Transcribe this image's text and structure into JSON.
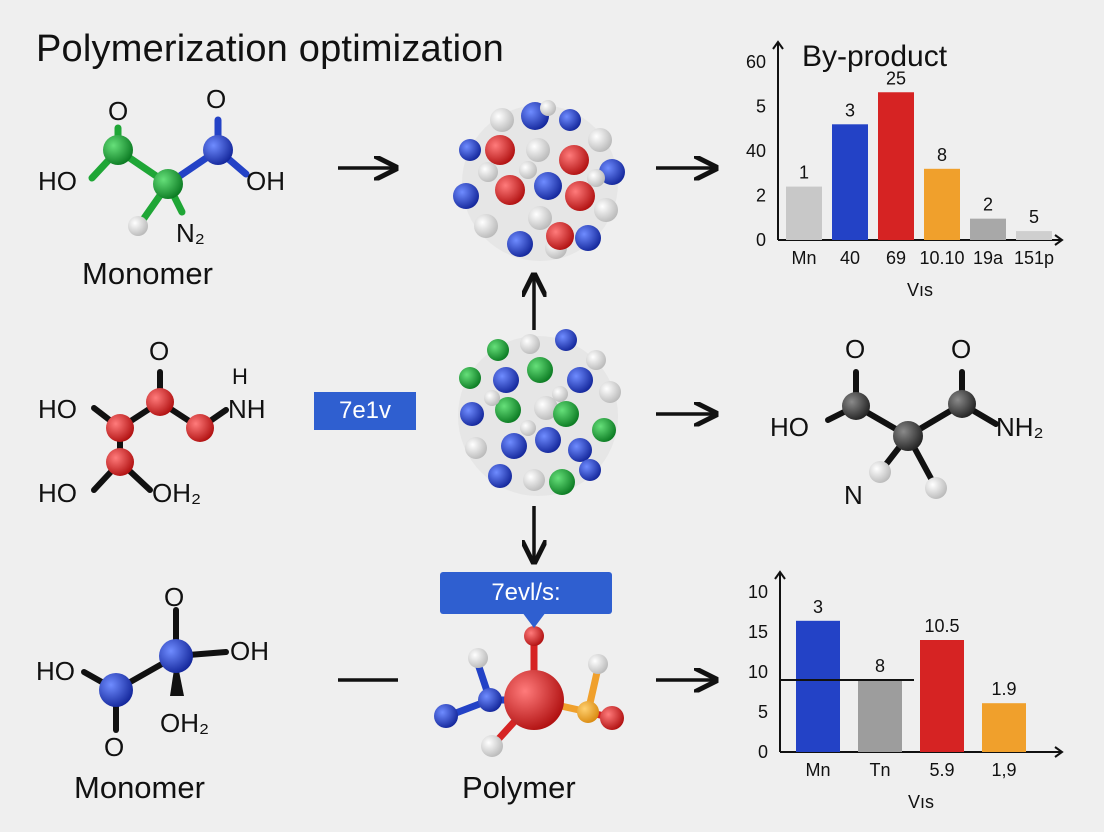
{
  "title": "Polymerization optimization",
  "labels": {
    "monomer_top": "Monomer",
    "monomer_bottom": "Monomer",
    "polymer": "Polymer"
  },
  "tags": {
    "middle": "7e1v",
    "bottom": "7evl/s:"
  },
  "molecule_top_left": {
    "o_left": "O",
    "o_right": "O",
    "ho": "HO",
    "oh": "OH",
    "n2": "N₂"
  },
  "molecule_mid_left": {
    "o_top": "O",
    "h_top": "H",
    "ho_top": "HO",
    "nh": "NH",
    "ho_bottom": "HO",
    "oh2": "OH₂"
  },
  "molecule_bottom_left": {
    "o_top": "O",
    "ho": "HO",
    "oh": "OH",
    "o_bottom": "O",
    "oh2": "OH₂"
  },
  "molecule_mid_right": {
    "o_left": "O",
    "o_right": "O",
    "ho": "HO",
    "nh2": "NH₂",
    "n": "N"
  },
  "colors": {
    "green": "#1fa636",
    "blue": "#2342c6",
    "red": "#d62323",
    "orange": "#f0a02c",
    "grey": "#c8c8c8",
    "dark": "#3a3a3a",
    "tag": "#2f5fd0"
  },
  "chart_data": [
    {
      "type": "bar",
      "title": "By-product",
      "y_tick_labels": [
        "0",
        "2",
        "40",
        "5",
        "60"
      ],
      "categories": [
        "Mn",
        "40",
        "69",
        "10.10",
        "19a",
        "151p"
      ],
      "values": [
        30,
        65,
        83,
        40,
        12,
        5
      ],
      "data_labels": [
        "1",
        "3",
        "25",
        "8",
        "2",
        "5"
      ],
      "colors": [
        "#c8c8c8",
        "#2342c6",
        "#d62323",
        "#f0a02c",
        "#a8a8a8",
        "#cfcfcf"
      ],
      "xlabel": "Vıs",
      "ylim": [
        0,
        100
      ]
    },
    {
      "type": "bar",
      "title": "",
      "y_tick_labels": [
        "0",
        "5",
        "10",
        "15",
        "10"
      ],
      "categories": [
        "Mn",
        "Tn",
        "5.9",
        "1,9"
      ],
      "values": [
        16.4,
        9.0,
        14.0,
        6.1
      ],
      "data_labels": [
        "3",
        "8",
        "10.5",
        "1.9"
      ],
      "colors": [
        "#2342c6",
        "#9d9d9d",
        "#d62323",
        "#f0a02c"
      ],
      "xlabel": "Vıs",
      "ylim": [
        0,
        20
      ]
    }
  ]
}
